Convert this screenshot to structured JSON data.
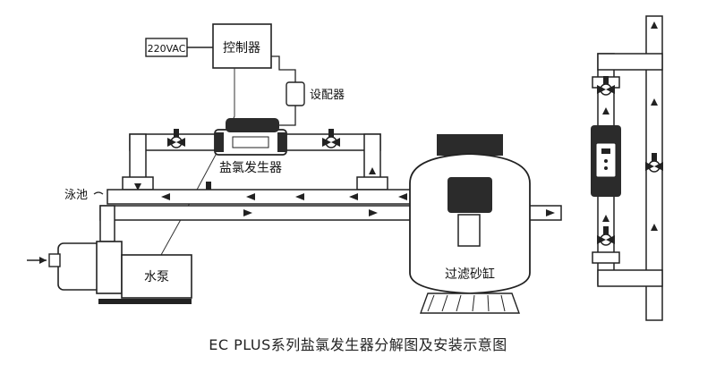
{
  "labels": {
    "power": "220VAC",
    "controller": "控制器",
    "adapter": "设配器",
    "chlorinator": "盐氯发生器",
    "pool": "泳池",
    "pump": "水泵",
    "filter": "过滤砂缸"
  },
  "caption": "EC PLUS系列盐氯发生器分解图及安装示意图",
  "colors": {
    "line": "#222222",
    "pipe_fill": "#ffffff",
    "device_fill": "#2b2b2b"
  },
  "icons": [
    "valve-icon",
    "flow-arrow-icon",
    "pump-icon",
    "filter-tank-icon",
    "chlorinator-cell-icon"
  ]
}
